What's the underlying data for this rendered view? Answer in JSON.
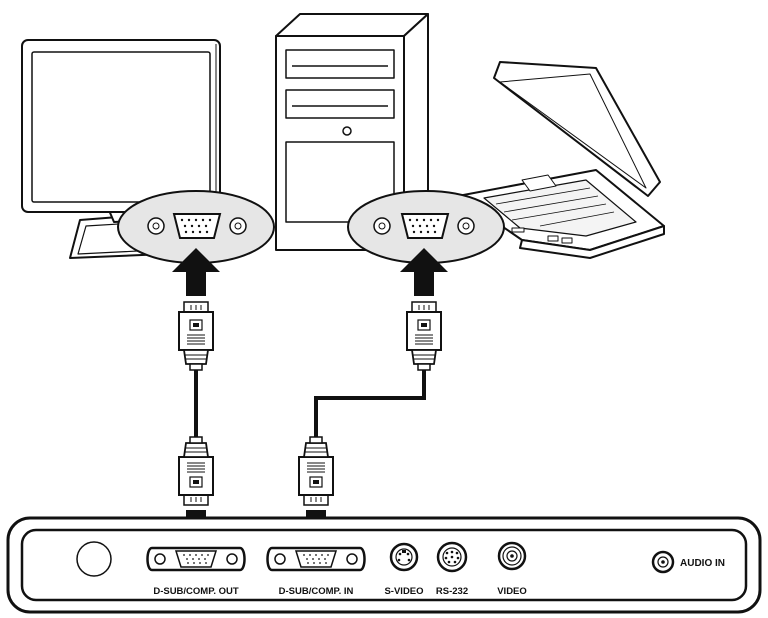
{
  "panel": {
    "ports": [
      {
        "id": "dsub-out",
        "label": "D-SUB/COMP. OUT"
      },
      {
        "id": "dsub-in",
        "label": "D-SUB/COMP. IN"
      },
      {
        "id": "svideo",
        "label": "S-VIDEO"
      },
      {
        "id": "rs232",
        "label": "RS-232"
      },
      {
        "id": "video",
        "label": "VIDEO"
      },
      {
        "id": "audio-in",
        "label": "AUDIO IN"
      }
    ]
  },
  "devices": [
    {
      "icon": "monitor-icon"
    },
    {
      "icon": "desktop-tower-icon"
    },
    {
      "icon": "laptop-icon"
    }
  ],
  "colors": {
    "line": "#111111",
    "fill": "#ffffff",
    "callout": "#e6e6e6"
  }
}
